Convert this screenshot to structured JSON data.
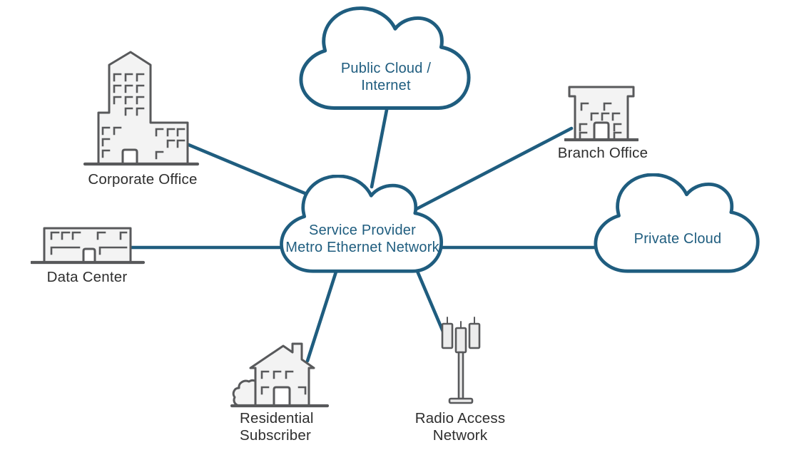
{
  "diagram": {
    "background_color": "#ffffff",
    "colors": {
      "network_teal": "#1f5d7f",
      "building_outline_gray": "#58595b",
      "building_fill": "#f3f3f3",
      "label_text": "#2e2e2e"
    },
    "nodes": {
      "public_cloud": {
        "icon": "cloud-icon",
        "line1": "Public Cloud /",
        "line2": "Internet"
      },
      "corporate_office": {
        "icon": "office-building-icon",
        "label": "Corporate Office"
      },
      "branch_office": {
        "icon": "branch-building-icon",
        "label": "Branch Office"
      },
      "data_center": {
        "icon": "data-center-building-icon",
        "label": "Data Center"
      },
      "service_provider": {
        "icon": "cloud-icon",
        "line1": "Service Provider",
        "line2": "Metro Ethernet Network"
      },
      "private_cloud": {
        "icon": "cloud-icon",
        "label": "Private Cloud"
      },
      "residential_subscriber": {
        "icon": "house-icon",
        "line1": "Residential",
        "line2": "Subscriber"
      },
      "radio_access_network": {
        "icon": "cell-tower-icon",
        "line1": "Radio Access",
        "line2": "Network"
      }
    },
    "connections": [
      {
        "from": "service_provider_metro_ethernet_network",
        "to": "public_cloud_internet"
      },
      {
        "from": "service_provider_metro_ethernet_network",
        "to": "corporate_office"
      },
      {
        "from": "service_provider_metro_ethernet_network",
        "to": "branch_office"
      },
      {
        "from": "service_provider_metro_ethernet_network",
        "to": "data_center"
      },
      {
        "from": "service_provider_metro_ethernet_network",
        "to": "private_cloud"
      },
      {
        "from": "service_provider_metro_ethernet_network",
        "to": "residential_subscriber"
      },
      {
        "from": "service_provider_metro_ethernet_network",
        "to": "radio_access_network"
      }
    ]
  }
}
